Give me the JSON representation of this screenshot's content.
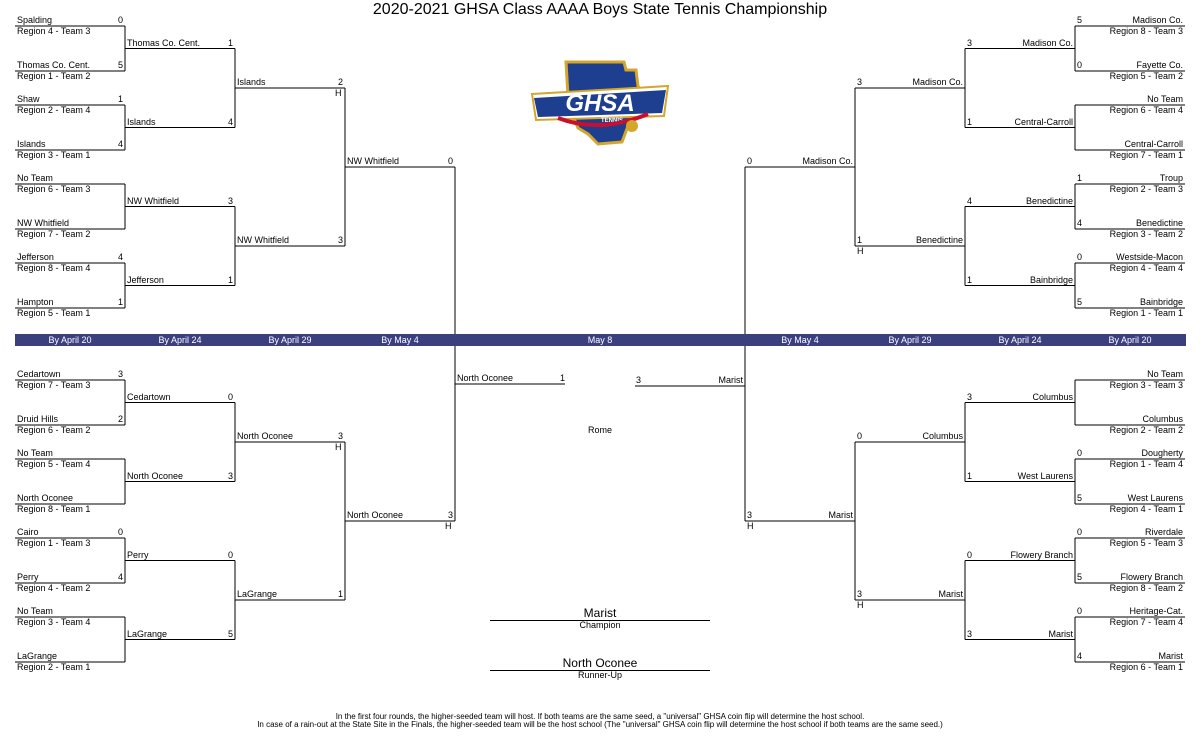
{
  "title": "2020-2021 GHSA Class AAAA Boys State Tennis Championship",
  "logo": {
    "main": "GHSA",
    "sub": "TENNIS"
  },
  "rounds": {
    "left": [
      "By April 20",
      "By April 24",
      "By April 29",
      "By May 4"
    ],
    "center": "May 8",
    "right": [
      "By May 4",
      "By April 29",
      "By April 24",
      "By April 20"
    ]
  },
  "host_marker": "H",
  "top_left": {
    "r1": [
      {
        "a": {
          "name": "Spalding",
          "seed": "Region 4 - Team 3",
          "score": "0"
        },
        "b": {
          "name": "Thomas Co. Cent.",
          "seed": "Region 1 - Team 2",
          "score": "5"
        }
      },
      {
        "a": {
          "name": "Shaw",
          "seed": "Region 2 - Team 4",
          "score": "1"
        },
        "b": {
          "name": "Islands",
          "seed": "Region 3 - Team 1",
          "score": "4"
        }
      },
      {
        "a": {
          "name": "No Team",
          "seed": "Region 6 - Team 3",
          "score": ""
        },
        "b": {
          "name": "NW Whitfield",
          "seed": "Region 7 - Team 2",
          "score": ""
        }
      },
      {
        "a": {
          "name": "Jefferson",
          "seed": "Region 8 - Team 4",
          "score": "4"
        },
        "b": {
          "name": "Hampton",
          "seed": "Region 5 - Team 1",
          "score": "1"
        }
      }
    ],
    "r2": [
      {
        "name": "Thomas Co. Cent.",
        "score": "1"
      },
      {
        "name": "Islands",
        "score": "4"
      },
      {
        "name": "NW Whitfield",
        "score": "3"
      },
      {
        "name": "Jefferson",
        "score": "1"
      }
    ],
    "r3": [
      {
        "name": "Islands",
        "score": "2"
      },
      {
        "name": "NW Whitfield",
        "score": "3"
      }
    ],
    "r4": {
      "name": "NW Whitfield",
      "score": "0"
    }
  },
  "bottom_left": {
    "r1": [
      {
        "a": {
          "name": "Cedartown",
          "seed": "Region 7 - Team 3",
          "score": "3"
        },
        "b": {
          "name": "Druid Hills",
          "seed": "Region 6 - Team 2",
          "score": "2"
        }
      },
      {
        "a": {
          "name": "No Team",
          "seed": "Region 5 - Team 4",
          "score": ""
        },
        "b": {
          "name": "North Oconee",
          "seed": "Region 8 - Team 1",
          "score": ""
        }
      },
      {
        "a": {
          "name": "Cairo",
          "seed": "Region 1 - Team 3",
          "score": "0"
        },
        "b": {
          "name": "Perry",
          "seed": "Region 4 - Team 2",
          "score": "4"
        }
      },
      {
        "a": {
          "name": "No Team",
          "seed": "Region 3 - Team 4",
          "score": ""
        },
        "b": {
          "name": "LaGrange",
          "seed": "Region 2 - Team 1",
          "score": ""
        }
      }
    ],
    "r2": [
      {
        "name": "Cedartown",
        "score": "0"
      },
      {
        "name": "North Oconee",
        "score": "3"
      },
      {
        "name": "Perry",
        "score": "0"
      },
      {
        "name": "LaGrange",
        "score": "5"
      }
    ],
    "r3": [
      {
        "name": "North Oconee",
        "score": "3"
      },
      {
        "name": "LaGrange",
        "score": "1"
      }
    ],
    "r4": {
      "name": "North Oconee",
      "score": "3"
    }
  },
  "top_right": {
    "r1": [
      {
        "a": {
          "name": "Madison Co.",
          "seed": "Region 8 - Team 3",
          "score": "5"
        },
        "b": {
          "name": "Fayette Co.",
          "seed": "Region 5 - Team 2",
          "score": "0"
        }
      },
      {
        "a": {
          "name": "No Team",
          "seed": "Region 6 - Team 4",
          "score": ""
        },
        "b": {
          "name": "Central-Carroll",
          "seed": "Region 7 - Team 1",
          "score": ""
        }
      },
      {
        "a": {
          "name": "Troup",
          "seed": "Region 2 - Team 3",
          "score": "1"
        },
        "b": {
          "name": "Benedictine",
          "seed": "Region 3 - Team 2",
          "score": "4"
        }
      },
      {
        "a": {
          "name": "Westside-Macon",
          "seed": "Region 4 - Team 4",
          "score": "0"
        },
        "b": {
          "name": "Bainbridge",
          "seed": "Region 1 - Team 1",
          "score": "5"
        }
      }
    ],
    "r2": [
      {
        "name": "Madison Co.",
        "score": "3"
      },
      {
        "name": "Central-Carroll",
        "score": "1"
      },
      {
        "name": "Benedictine",
        "score": "4"
      },
      {
        "name": "Bainbridge",
        "score": "1"
      }
    ],
    "r3": [
      {
        "name": "Madison Co.",
        "score": "3"
      },
      {
        "name": "Benedictine",
        "score": "1"
      }
    ],
    "r4": {
      "name": "Madison Co.",
      "score": "0"
    }
  },
  "bottom_right": {
    "r1": [
      {
        "a": {
          "name": "No Team",
          "seed": "Region 3 - Team 3",
          "score": ""
        },
        "b": {
          "name": "Columbus",
          "seed": "Region 2 - Team 2",
          "score": ""
        }
      },
      {
        "a": {
          "name": "Dougherty",
          "seed": "Region 1 - Team 4",
          "score": "0"
        },
        "b": {
          "name": "West Laurens",
          "seed": "Region 4 - Team 1",
          "score": "5"
        }
      },
      {
        "a": {
          "name": "Riverdale",
          "seed": "Region 5 - Team 3",
          "score": "0"
        },
        "b": {
          "name": "Flowery Branch",
          "seed": "Region 8 - Team 2",
          "score": "5"
        }
      },
      {
        "a": {
          "name": "Heritage-Cat.",
          "seed": "Region 7 - Team 4",
          "score": "0"
        },
        "b": {
          "name": "Marist",
          "seed": "Region 6 - Team 1",
          "score": "4"
        }
      }
    ],
    "r2": [
      {
        "name": "Columbus",
        "score": "3"
      },
      {
        "name": "West Laurens",
        "score": "1"
      },
      {
        "name": "Flowery Branch",
        "score": "0"
      },
      {
        "name": "Marist",
        "score": "3"
      }
    ],
    "r3": [
      {
        "name": "Columbus",
        "score": "0"
      },
      {
        "name": "Marist",
        "score": "3"
      }
    ],
    "r4": {
      "name": "Marist",
      "score": "3"
    }
  },
  "final": {
    "left": {
      "name": "North Oconee",
      "score": "1"
    },
    "right": {
      "name": "Marist",
      "score": "3"
    },
    "site": "Rome"
  },
  "champion": {
    "name": "Marist",
    "label": "Champion"
  },
  "runner_up": {
    "name": "North Oconee",
    "label": "Runner-Up"
  },
  "notes": [
    "In the first four rounds, the higher-seeded team will host.  If both teams are the same seed, a \"universal\" GHSA coin flip will determine the host school.",
    "In case of a rain-out at the State Site in the Finals, the higher-seeded team will be the host school (The \"universal\" GHSA coin flip will determine the host school if both teams are the same seed.)"
  ],
  "colors": {
    "band": "#3c3f7e",
    "logo_blue": "#1e3f8f",
    "logo_red": "#c8102e",
    "logo_gold": "#d4a72c"
  }
}
